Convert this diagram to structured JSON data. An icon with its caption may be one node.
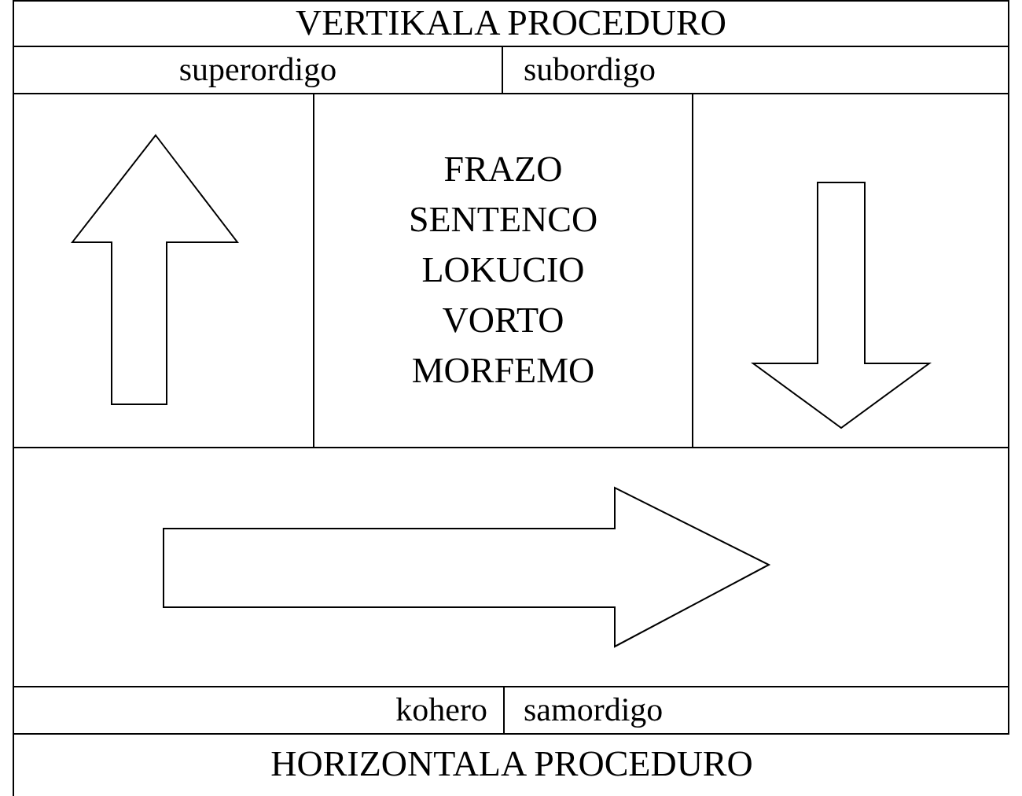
{
  "diagram": {
    "nodes": [
      {
        "text": [
          "VERTIKALA PROCEDURO"
        ]
      },
      {
        "text": [
          "superordigo"
        ]
      },
      {
        "text": [
          "subordigo"
        ]
      },
      {
        "text": [],
        "shape": "box"
      },
      {
        "text": [
          "FRAZO",
          "SENTENCO",
          "LOKUCIO",
          "VORTO",
          "MORFEMO"
        ]
      },
      {
        "text": [],
        "shape": "box"
      },
      {
        "text": [],
        "shape": "box"
      },
      {
        "text": [
          "kohero"
        ]
      },
      {
        "text": [
          "samordigo"
        ]
      },
      {
        "text": [
          "HORIZONTALA PROCEDURO"
        ]
      }
    ]
  }
}
